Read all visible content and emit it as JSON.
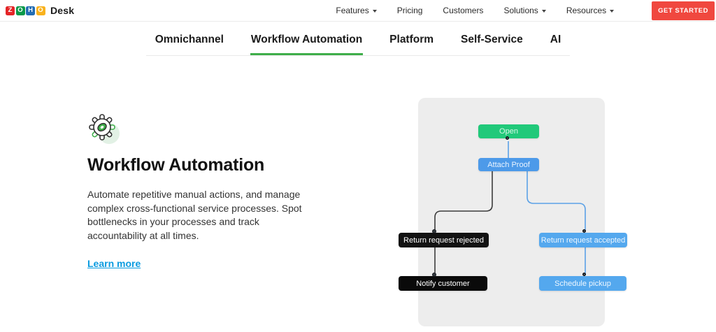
{
  "header": {
    "logo": {
      "tiles": [
        {
          "letter": "Z",
          "color": "#e42527"
        },
        {
          "letter": "O",
          "color": "#089949"
        },
        {
          "letter": "H",
          "color": "#226db4"
        },
        {
          "letter": "O",
          "color": "#f9b21d"
        }
      ],
      "product": "Desk"
    },
    "nav": [
      {
        "label": "Features",
        "has_dropdown": true
      },
      {
        "label": "Pricing",
        "has_dropdown": false
      },
      {
        "label": "Customers",
        "has_dropdown": false
      },
      {
        "label": "Solutions",
        "has_dropdown": true
      },
      {
        "label": "Resources",
        "has_dropdown": true
      }
    ],
    "cta_label": "GET STARTED",
    "cta_color": "#f0483f"
  },
  "tabs": {
    "items": [
      {
        "label": "Omnichannel",
        "active": false
      },
      {
        "label": "Workflow Automation",
        "active": true
      },
      {
        "label": "Platform",
        "active": false
      },
      {
        "label": "Self-Service",
        "active": false
      },
      {
        "label": "AI",
        "active": false
      }
    ],
    "active_underline_color": "#3eae49"
  },
  "content": {
    "icon": "gear-icon",
    "title": "Workflow Automation",
    "description": "Automate repetitive manual actions, and manage complex cross-functional service processes. Spot bottlenecks in your processes and track accountability at all times.",
    "link_label": "Learn more",
    "link_color": "#0a9be0"
  },
  "diagram": {
    "panel_color": "#ededed",
    "nodes": [
      {
        "id": "open",
        "label": "Open",
        "color": "#21c97a"
      },
      {
        "id": "attach",
        "label": "Attach Proof",
        "color": "#4d9ae9"
      },
      {
        "id": "rejected",
        "label": "Return request rejected",
        "color": "#121212"
      },
      {
        "id": "accepted",
        "label": "Return request accepted",
        "color": "#54a8ee"
      },
      {
        "id": "notify",
        "label": "Notify customer",
        "color": "#0a0a0a"
      },
      {
        "id": "pickup",
        "label": "Schedule pickup",
        "color": "#54a8ee"
      }
    ],
    "edges": [
      {
        "from": "open",
        "to": "attach",
        "color": "#5ba1e6"
      },
      {
        "from": "attach",
        "to": "rejected",
        "color": "#3c3c3c"
      },
      {
        "from": "attach",
        "to": "accepted",
        "color": "#5ba1e6"
      },
      {
        "from": "rejected",
        "to": "notify",
        "color": "#3c3c3c"
      },
      {
        "from": "accepted",
        "to": "pickup",
        "color": "#5ba1e6"
      }
    ]
  }
}
